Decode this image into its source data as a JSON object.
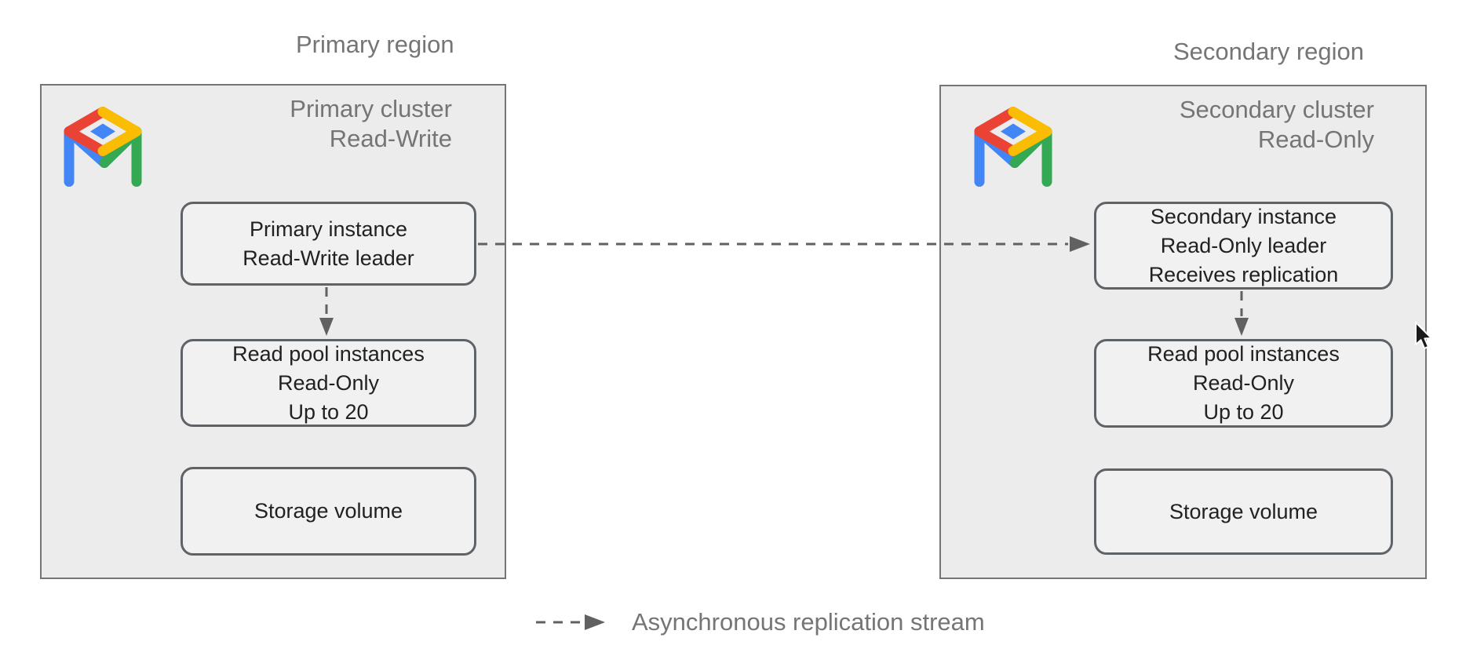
{
  "primary": {
    "region_label": "Primary region",
    "cluster_title": [
      "Primary cluster",
      "Read-Write"
    ],
    "nodes": {
      "instance": [
        "Primary instance",
        "Read-Write leader"
      ],
      "read_pool": [
        "Read pool instances",
        "Read-Only",
        "Up to 20"
      ],
      "storage": [
        "Storage volume"
      ]
    }
  },
  "secondary": {
    "region_label": "Secondary region",
    "cluster_title": [
      "Secondary cluster",
      "Read-Only"
    ],
    "nodes": {
      "instance": [
        "Secondary instance",
        "Read-Only leader",
        "Receives replication"
      ],
      "read_pool": [
        "Read pool instances",
        "Read-Only",
        "Up to 20"
      ],
      "storage": [
        "Storage volume"
      ]
    }
  },
  "legend": {
    "label": "Asynchronous replication stream"
  },
  "icons": {
    "cluster_logo": "alloydb-icon",
    "pointer": "mouse-cursor-icon"
  },
  "colors": {
    "background": "#ffffff",
    "cluster_fill": "#ececec",
    "cluster_border": "#757575",
    "node_fill": "#f1f1f1",
    "node_border": "#5f6368",
    "node_text": "#212121",
    "label_gray": "#757575",
    "arrow_gray": "#616161",
    "logo_red": "#EA4335",
    "logo_yellow": "#FBBC04",
    "logo_green": "#34A853",
    "logo_blue": "#4285F4"
  }
}
